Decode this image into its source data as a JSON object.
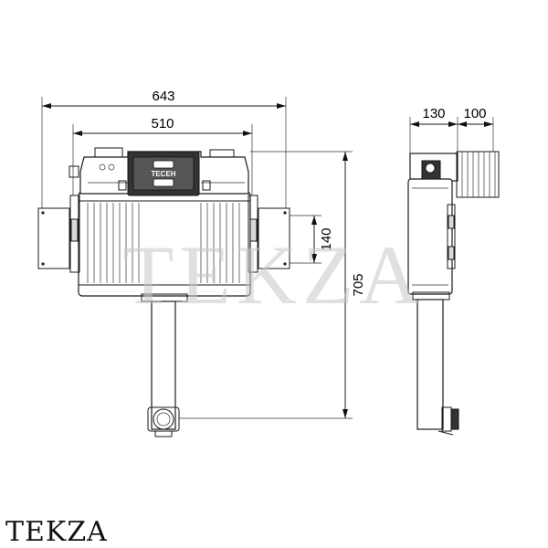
{
  "dimensions": {
    "overall_width": "643",
    "frame_width": "510",
    "height": "705",
    "flush_height": "140",
    "depth": "130",
    "pipe_offset": "100"
  },
  "panel_brand": "TECEH",
  "watermark": "TEKZA",
  "logo": "TEKZA",
  "colors": {
    "line": "#1a1a1a",
    "watermark": "#c8c8c8",
    "grey": "#d9d9d9"
  }
}
